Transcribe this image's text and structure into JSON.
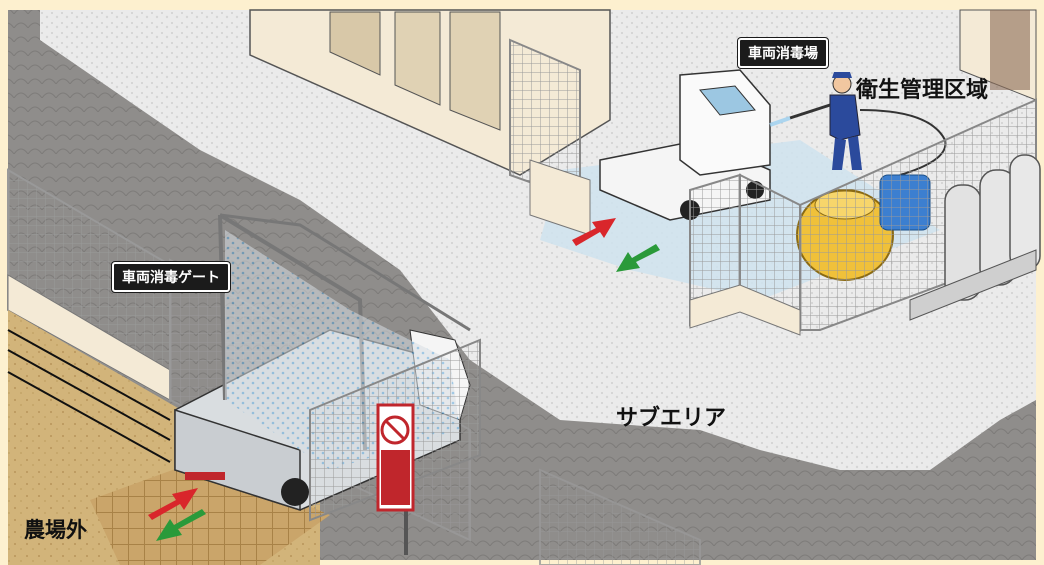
{
  "labels": {
    "disinfection_station": "車両消毒場",
    "hygiene_zone": "衛生管理区域",
    "disinfection_gate": "車両消毒ゲート",
    "sub_area": "サブエリア",
    "outside_farm": "農場外"
  },
  "colors": {
    "frame": "#fdf0cf",
    "ground_gray": "#8e8c8a",
    "gravel": "#e7e7e7",
    "fence": "#eeeeee",
    "wall_beige": "#f4ead6",
    "arrow_in": "#d9262b",
    "arrow_out": "#2a9a3a",
    "label_bg": "#1b1b1b"
  },
  "icons": [
    "truck-icon",
    "worker-icon",
    "water-tank-icon",
    "gas-cylinder-icon",
    "no-entry-sign-icon",
    "arrow-in-icon",
    "arrow-out-icon"
  ]
}
